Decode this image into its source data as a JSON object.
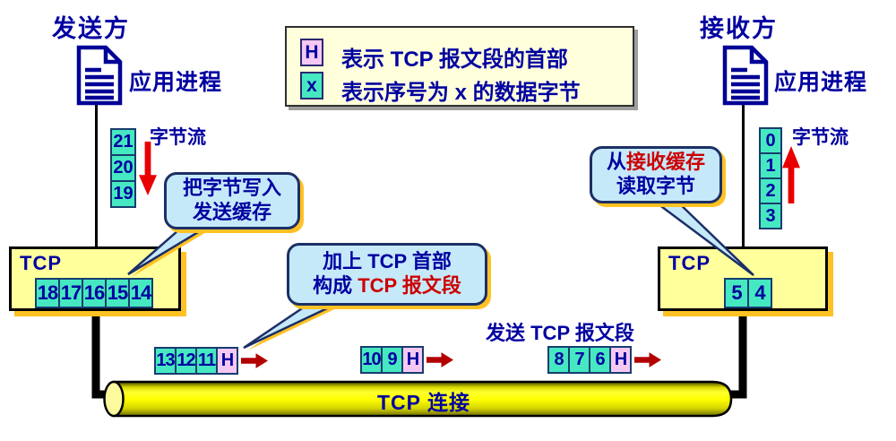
{
  "sender": {
    "role_label": "发送方",
    "process_label": "应用进程",
    "stream_label": "字节流",
    "bytes": [
      "21",
      "20",
      "19"
    ],
    "tcp_label": "TCP",
    "buffer": [
      "18",
      "17",
      "16",
      "15",
      "14"
    ],
    "callout": {
      "line1": "把字节写入",
      "line2": "发送缓存"
    }
  },
  "receiver": {
    "role_label": "接收方",
    "process_label": "应用进程",
    "stream_label": "字节流",
    "bytes": [
      "0",
      "1",
      "2",
      "3"
    ],
    "tcp_label": "TCP",
    "buffer": [
      "5",
      "4"
    ],
    "callout": {
      "line1_blue": "从",
      "line1_red": "接收缓存",
      "line2": "读取字节"
    }
  },
  "legend": {
    "h_symbol": "H",
    "h_text": "表示 TCP 报文段的首部",
    "x_symbol": "x",
    "x_text": "表示序号为 x 的数据字节"
  },
  "middle_callout": {
    "line1": "加上 TCP 首部",
    "line2_blue": "构成 ",
    "line2_red": "TCP 报文段"
  },
  "segments_label": "发送 TCP 报文段",
  "segments": [
    {
      "bytes": [
        "13",
        "12",
        "11"
      ],
      "header": "H"
    },
    {
      "bytes": [
        "10",
        "9"
      ],
      "header": "H"
    },
    {
      "bytes": [
        "8",
        "7",
        "6"
      ],
      "header": "H"
    }
  ],
  "connection_label": "TCP 连接",
  "colors": {
    "navy_text": "#0000A0",
    "red_text": "#CC0000",
    "byte_cell_teal": "#46E8C2",
    "header_cell_pink": "#F4C8F2",
    "tcp_box_yellow": "#FFFF9C",
    "shadow_orange": "#FFC224",
    "bubble_blue": "#C6E9FA",
    "legend_cream": "#FFFFDC",
    "pipe_yellow": "#FFFF00",
    "stream_arrow_red": "#E80000",
    "segment_arrow_red": "#B20000"
  }
}
